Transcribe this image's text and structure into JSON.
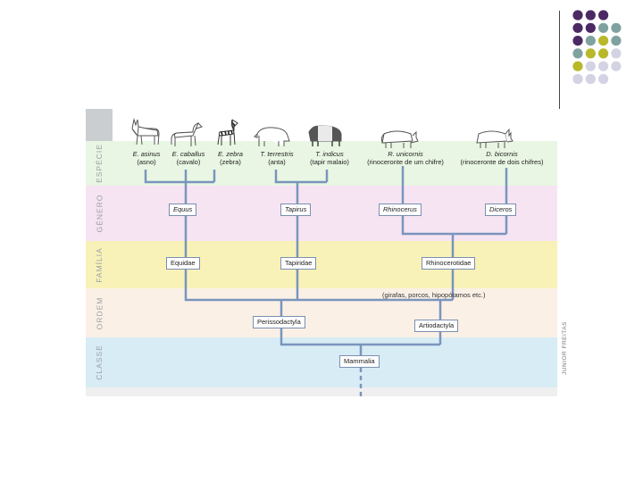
{
  "slide_decor": {
    "dot_colors": {
      "purple": "#4b2a63",
      "teal": "#7fa2a0",
      "olive": "#b8b82a",
      "lavender": "#d3d3e4"
    },
    "rule_color": "#444444"
  },
  "figure": {
    "ranks": [
      "ESPÉCIE",
      "GÉNERO",
      "FAMÍLIA",
      "ORDEM",
      "CLASSE"
    ],
    "rank_colors": [
      "#e9f6e3",
      "#f6e4f3",
      "#f8f2b8",
      "#fbf0e6",
      "#d7ecf5"
    ],
    "line_color": "#7a95bd",
    "species": [
      {
        "name": "E. asinus",
        "common": "(asno)",
        "animal": "donkey-icon"
      },
      {
        "name": "E. caballus",
        "common": "(cavalo)",
        "animal": "horse-icon"
      },
      {
        "name": "E. zebra",
        "common": "(zebra)",
        "animal": "zebra-icon"
      },
      {
        "name": "T. terrestris",
        "common": "(anta)",
        "animal": "tapir-icon"
      },
      {
        "name": "T. indicus",
        "common": "(tapir malaio)",
        "animal": "malayan-tapir-icon"
      },
      {
        "name": "R. unicornis",
        "common": "(rinoceronte de um chifre)",
        "animal": "one-horned-rhino-icon"
      },
      {
        "name": "D. bicornis",
        "common": "(rinoceronte de dois chifres)",
        "animal": "two-horned-rhino-icon"
      }
    ],
    "genera": [
      "Equus",
      "Tapirus",
      "Rhinocerus",
      "Diceros"
    ],
    "families": [
      "Equidae",
      "Tapiridae",
      "Rhinocerotidae"
    ],
    "orders": [
      "Perissodactyla",
      "Artiodactyla"
    ],
    "order_note": "(girafas, porcos, hipopótamos etc.)",
    "class": "Mammalia",
    "credit": "JUNIOR FREITAS"
  }
}
